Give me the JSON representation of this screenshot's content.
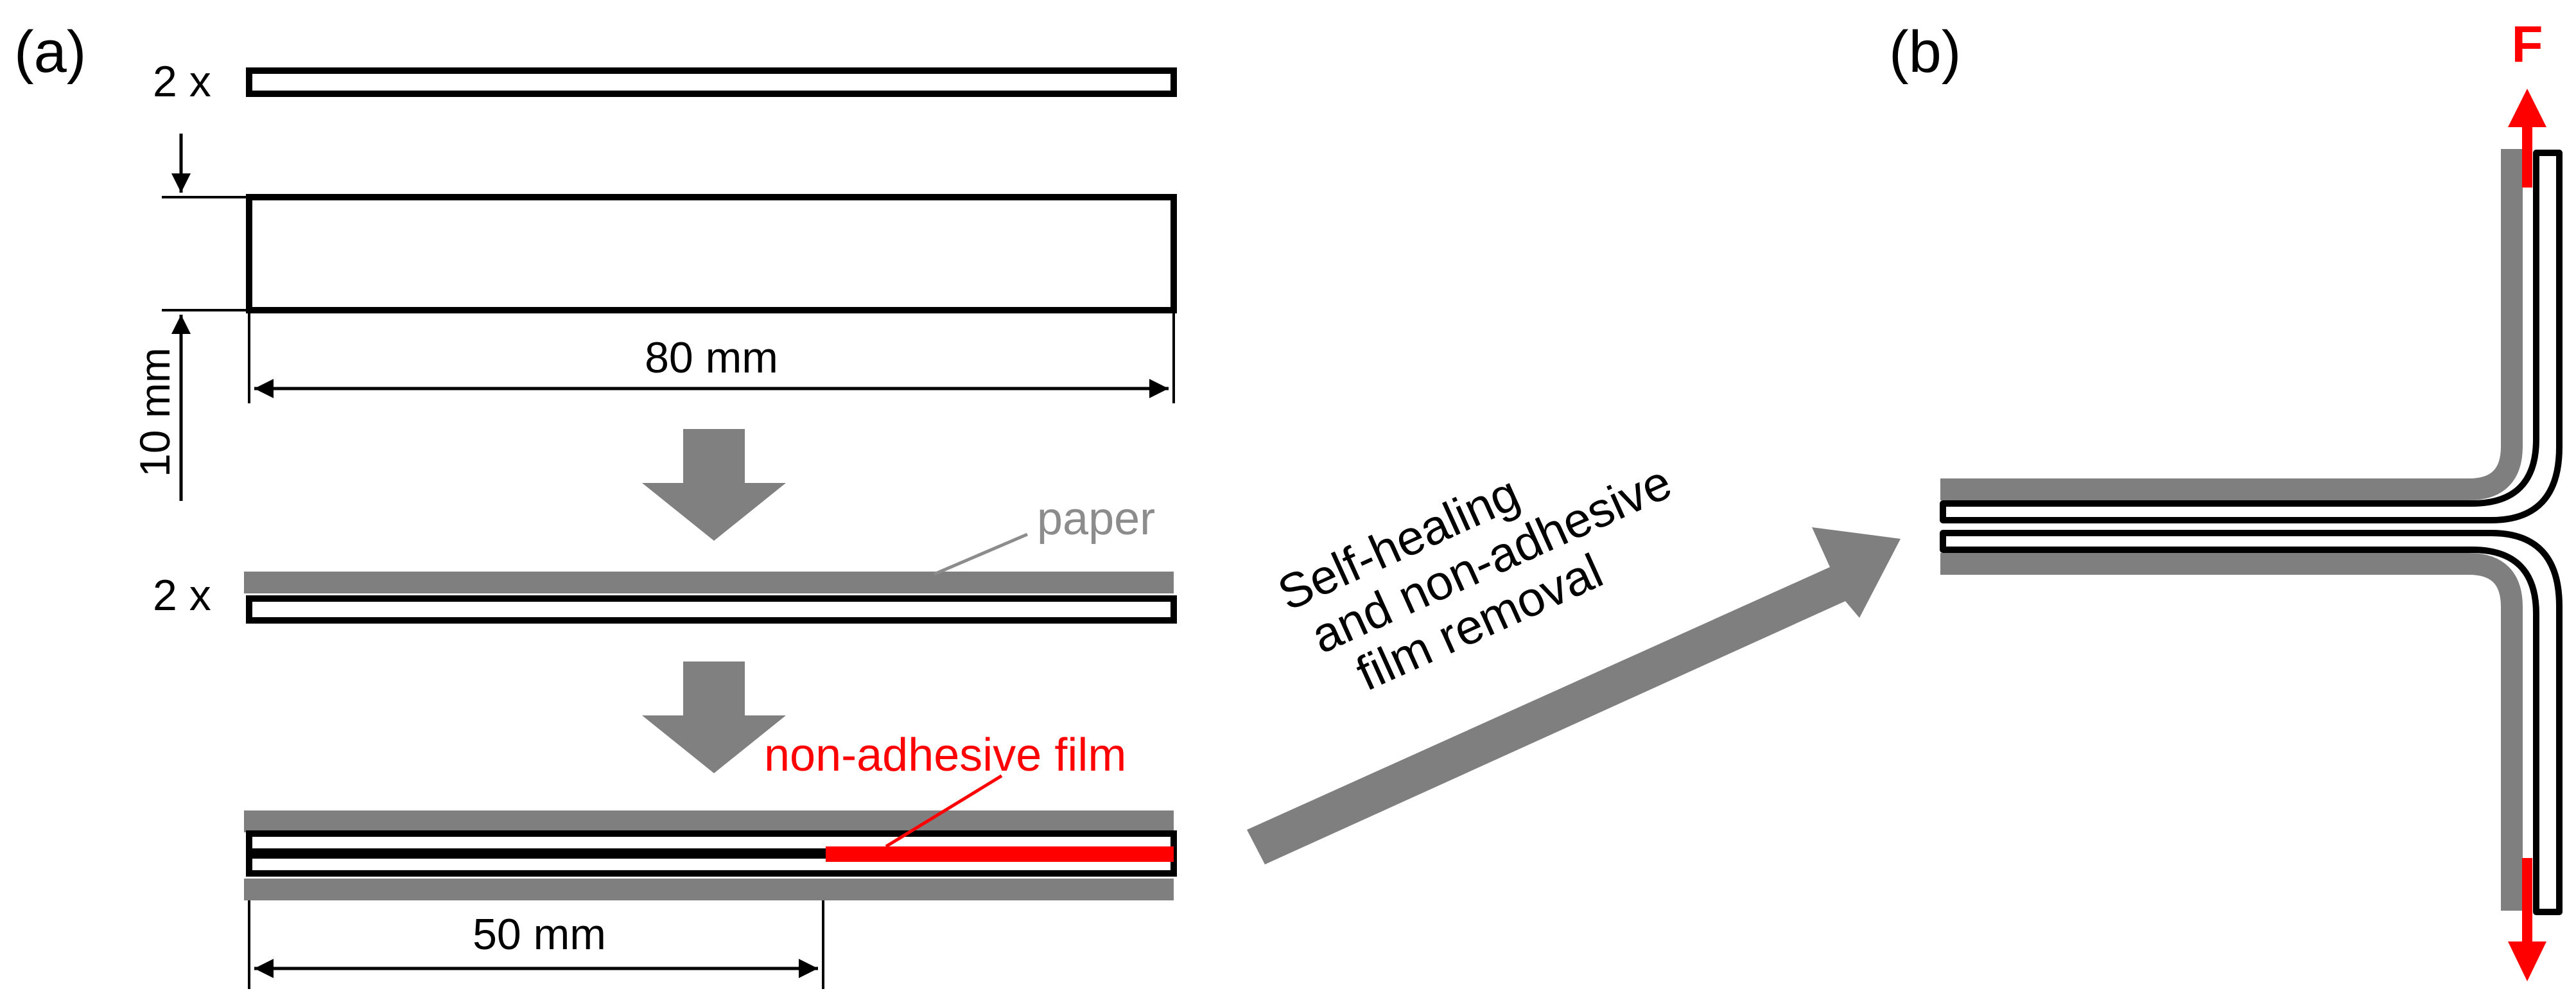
{
  "panel_a": {
    "label": "(a)",
    "count_top": "2 x",
    "width_dim": "80 mm",
    "height_dim": "10 mm",
    "paper_label": "paper",
    "count_mid": "2 x",
    "film_label": "non-adhesive film",
    "overlap_dim": "50 mm"
  },
  "process_arrow": {
    "line1": "Self-healing",
    "line2": "and non-adhesive",
    "line3": "film removal"
  },
  "panel_b": {
    "label": "(b)",
    "force_label": "F"
  },
  "colors": {
    "outline": "#000000",
    "paper_gray": "#7f7f7f",
    "film_red": "#ff0000",
    "label_gray": "#8c8c8c"
  }
}
